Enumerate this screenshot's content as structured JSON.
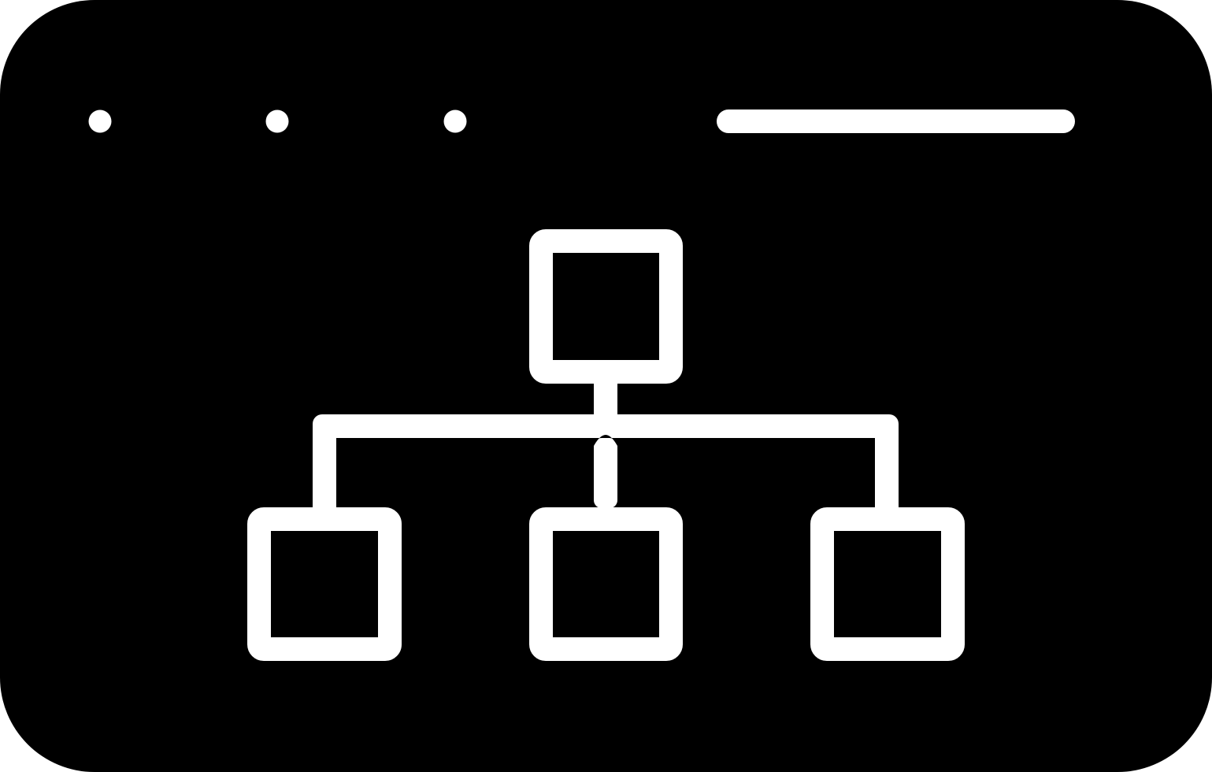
{
  "icon": {
    "name": "website-sitemap-icon",
    "window_dots": [
      "window-dot-1",
      "window-dot-2",
      "window-dot-3"
    ],
    "address_bar": "address-bar-line",
    "sitemap": {
      "root": "sitemap-root-node",
      "children": [
        "sitemap-child-node-left",
        "sitemap-child-node-center",
        "sitemap-child-node-right"
      ]
    }
  },
  "colors": {
    "background": "#000000",
    "foreground": "#ffffff"
  }
}
